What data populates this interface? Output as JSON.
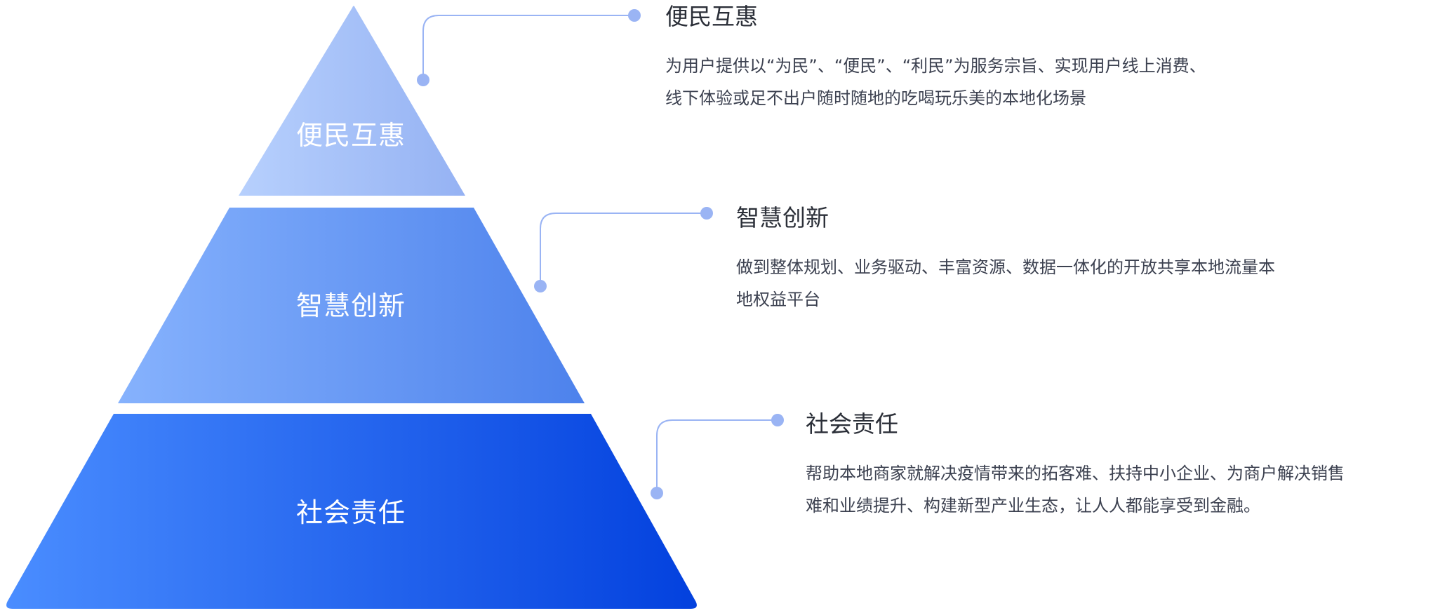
{
  "tiers": [
    {
      "label": "便民互惠",
      "title": "便民互惠",
      "lines": [
        "为用户提供以“为民”、“便民”、“利民”为服务宗旨、实现用户线上消费、",
        "线下体验或足不出户随时随地的吃喝玩乐美的本地化场景"
      ],
      "colors": [
        "#b7d0fd",
        "#95b2f3"
      ]
    },
    {
      "label": "智慧创新",
      "title": "智慧创新",
      "lines": [
        "做到整体规划、业务驱动、丰富资源、数据一体化的开放共享本地流量本",
        "地权益平台"
      ],
      "colors": [
        "#86b2fd",
        "#4d82ec"
      ]
    },
    {
      "label": "社会责任",
      "title": "社会责任",
      "lines": [
        "帮助本地商家就解决疫情带来的拓客难、扶持中小企业、为商户解决销售",
        "难和业绩提升、构建新型产业生态，让人人都能享受到金融。"
      ],
      "colors": [
        "#4a8dff",
        "#0341de"
      ]
    }
  ],
  "connector_color": "#9ab4f4"
}
